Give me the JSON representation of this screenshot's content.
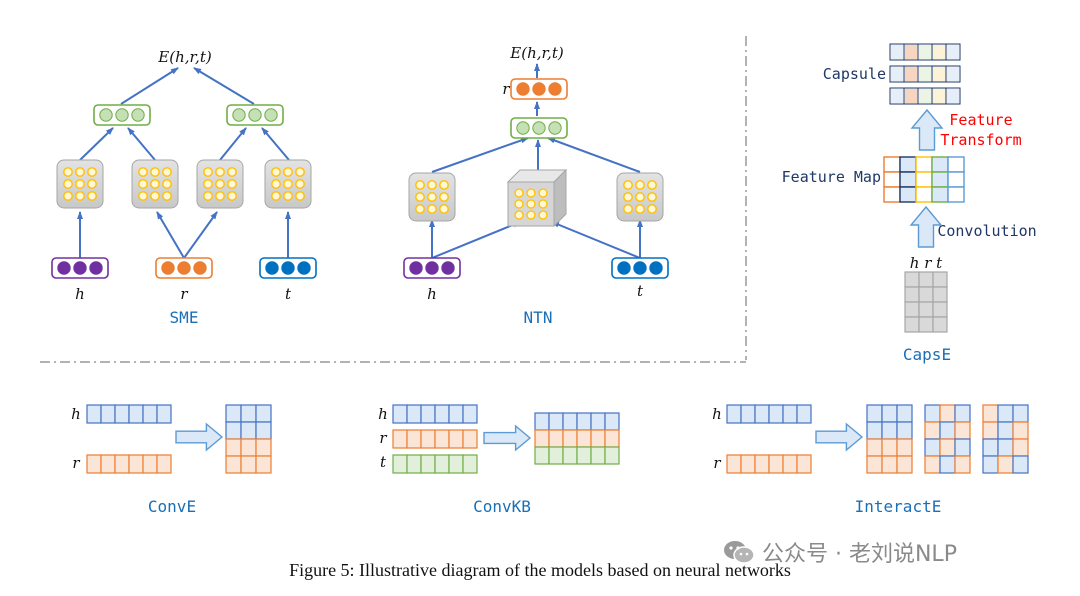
{
  "figure": {
    "caption": "Figure 5: Illustrative diagram of the models based on neural networks"
  },
  "watermark": {
    "text": "公众号 · 老刘说NLP",
    "icon": "wechat-icon"
  },
  "sme": {
    "name": "SME",
    "output": "E(h,r,t)",
    "inputs": {
      "h": "h",
      "r": "r",
      "t": "t"
    }
  },
  "ntn": {
    "name": "NTN",
    "output": "E(h,r,t)",
    "relation": "r",
    "inputs": {
      "h": "h",
      "t": "t"
    }
  },
  "capse": {
    "name": "CapsE",
    "capsule_label": "Capsule",
    "feature_transform_line1": "Feature",
    "feature_transform_line2": "Transform",
    "feature_map_label": "Feature Map",
    "convolution_label": "Convolution",
    "input_label": "h r t"
  },
  "conve": {
    "name": "ConvE",
    "h": "h",
    "r": "r"
  },
  "convkb": {
    "name": "ConvKB",
    "h": "h",
    "r": "r",
    "t": "t"
  },
  "interacte": {
    "name": "InteractE",
    "h": "h",
    "r": "r"
  },
  "colors": {
    "arrow": "#4472c4",
    "purple": "#7030a0",
    "orange": "#ed7d31",
    "blue": "#0070c0",
    "green": "#70ad47",
    "yellow": "#ffc000",
    "red": "#ff0000",
    "label_blue": "#1a6fb5"
  }
}
